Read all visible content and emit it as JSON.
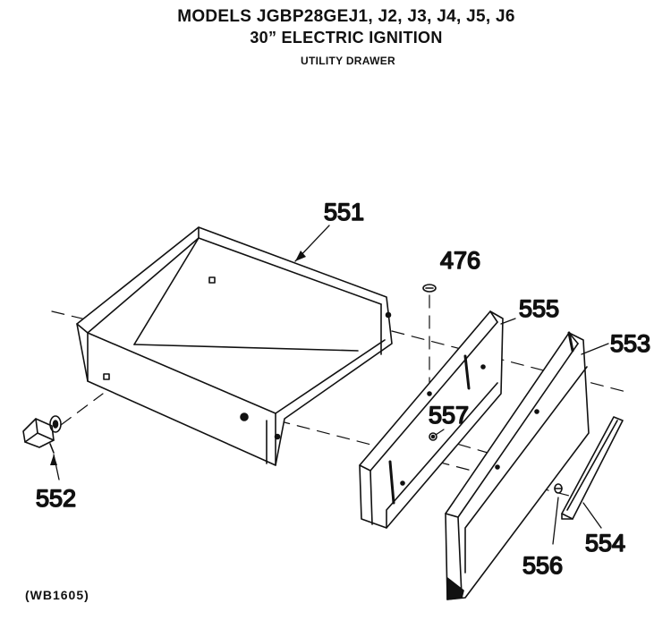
{
  "header": {
    "title": "MODELS JGBP28GEJ1, J2, J3, J4, J5, J6",
    "subtitle": "30” ELECTRIC IGNITION",
    "section": "UTILITY DRAWER"
  },
  "parts": [
    {
      "id": "551",
      "depicts": "drawer-body"
    },
    {
      "id": "552",
      "depicts": "drawer-slide-roller"
    },
    {
      "id": "553",
      "depicts": "front-panel"
    },
    {
      "id": "554",
      "depicts": "handle"
    },
    {
      "id": "555",
      "depicts": "front-support-bracket"
    },
    {
      "id": "556",
      "depicts": "handle-screw"
    },
    {
      "id": "557",
      "depicts": "bracket-screw"
    },
    {
      "id": "476",
      "depicts": "mounting-screw"
    }
  ],
  "drawing_code": "(WB1605)"
}
